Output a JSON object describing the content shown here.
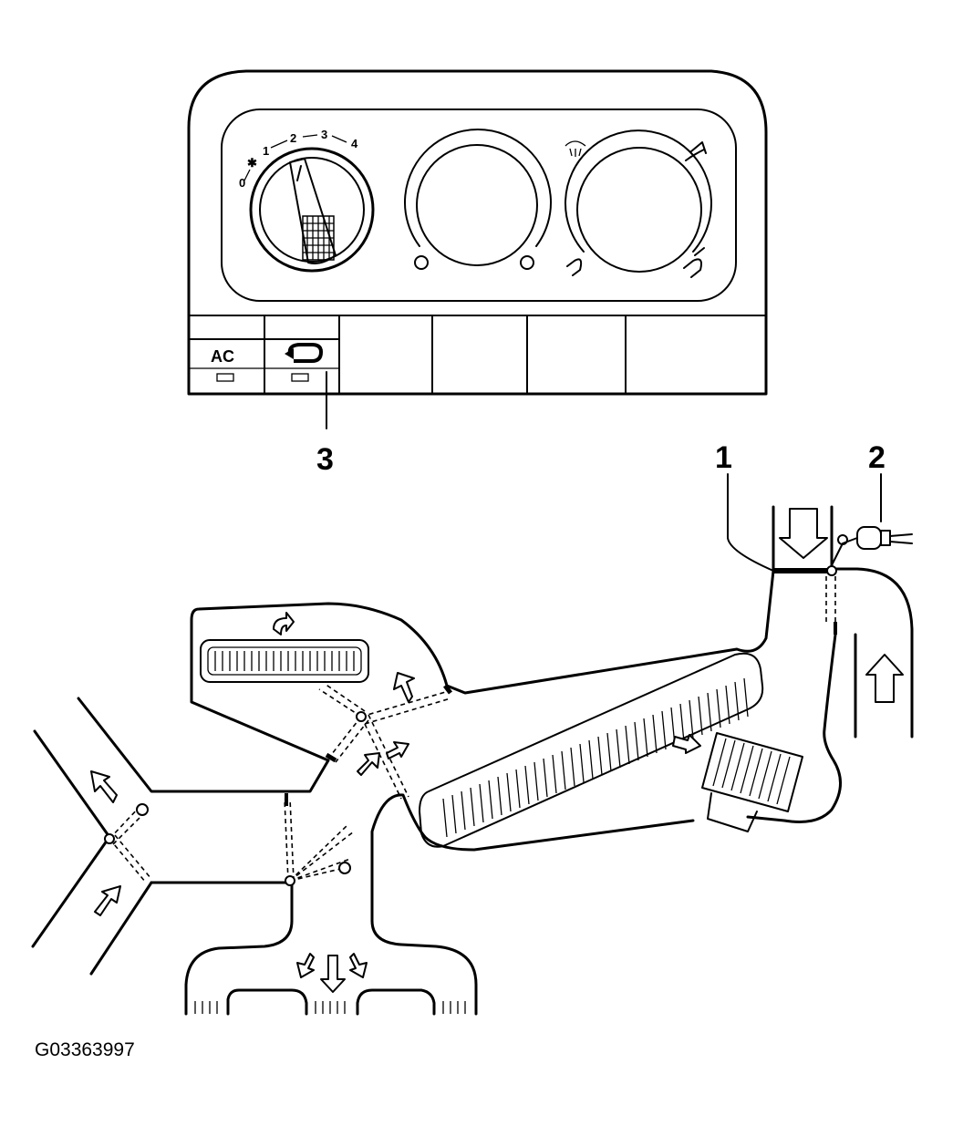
{
  "control_panel": {
    "dial_scale": [
      "0",
      "1",
      "2",
      "3",
      "4"
    ],
    "buttons": [
      {
        "label": "AC"
      },
      {
        "label": "",
        "icon": "recirculation-icon"
      }
    ],
    "icons": [
      "defrost-icon",
      "face-vent-icon",
      "footwell-icon",
      "floor-defrost-icon",
      "fan-icon"
    ]
  },
  "callouts": {
    "c1": "1",
    "c2": "2",
    "c3": "3"
  },
  "figure_id": "G03363997"
}
